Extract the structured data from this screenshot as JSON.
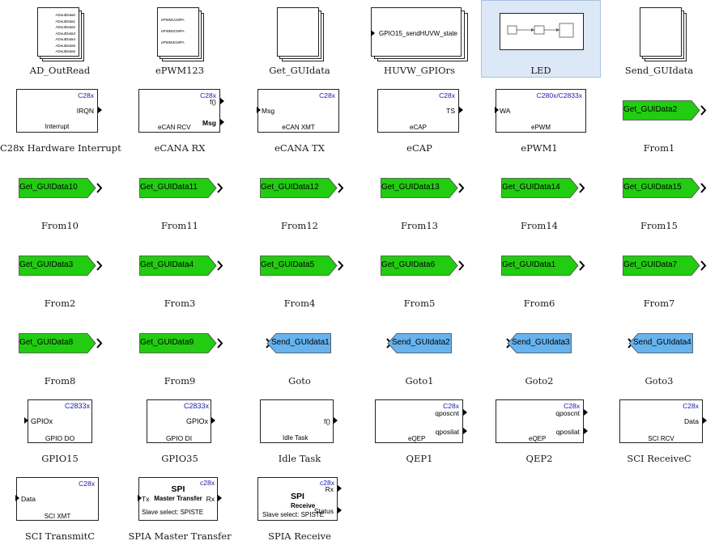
{
  "blocks": [
    {
      "name": "AD_OutRead",
      "ports": [
        "ADoutData0",
        "ADoutData1",
        "ADoutData2",
        "ADoutData3",
        "ADoutData4",
        "ADoutData5",
        "ADoutData6"
      ]
    },
    {
      "name": "ePWM123",
      "ports": [
        "ePWM1CMPA",
        "ePWM2CMPA",
        "ePWM3CMPA"
      ]
    },
    {
      "name": "Get_GUIdata"
    },
    {
      "name": "HUVW_GPIOrs",
      "in_port": "GPIO15_send",
      "out_port": "HUVW_state"
    },
    {
      "name": "LED"
    },
    {
      "name": "Send_GUIdata"
    },
    {
      "name": "C28x Hardware Interrupt",
      "tag": "C28x",
      "out_port": "IRQN",
      "bottom": "Interrupt"
    },
    {
      "name": "eCANA RX",
      "tag": "C28x",
      "out_port": "f()",
      "out_port2": "Msg",
      "bottom": "eCAN RCV"
    },
    {
      "name": "eCANA TX",
      "tag": "C28x",
      "in_port": "Msg",
      "bottom": "eCAN XMT"
    },
    {
      "name": "eCAP",
      "tag": "C28x",
      "out_port": "TS",
      "bottom": "eCAP"
    },
    {
      "name": "ePWM1",
      "tag": "C280x/C2833x",
      "in_port": "WA",
      "bottom": "ePWM"
    },
    {
      "name": "From1",
      "label": "Get_GUIData2"
    },
    {
      "name": "From10",
      "label": "Get_GUIData10"
    },
    {
      "name": "From11",
      "label": "Get_GUIData11"
    },
    {
      "name": "From12",
      "label": "Get_GUIData12"
    },
    {
      "name": "From13",
      "label": "Get_GUIData13"
    },
    {
      "name": "From14",
      "label": "Get_GUIData14"
    },
    {
      "name": "From15",
      "label": "Get_GUIData15"
    },
    {
      "name": "From2",
      "label": "Get_GUIData3"
    },
    {
      "name": "From3",
      "label": "Get_GUIData4"
    },
    {
      "name": "From4",
      "label": "Get_GUIData5"
    },
    {
      "name": "From5",
      "label": "Get_GUIData6"
    },
    {
      "name": "From6",
      "label": "Get_GUIData1"
    },
    {
      "name": "From7",
      "label": "Get_GUIData7"
    },
    {
      "name": "From8",
      "label": "Get_GUIData8"
    },
    {
      "name": "From9",
      "label": "Get_GUIData9"
    },
    {
      "name": "Goto",
      "label": "Send_GUIdata1"
    },
    {
      "name": "Goto1",
      "label": "Send_GUIdata2"
    },
    {
      "name": "Goto2",
      "label": "Send_GUIdata3"
    },
    {
      "name": "Goto3",
      "label": "Send_GUIdata4"
    },
    {
      "name": "GPIO15",
      "tag": "C2833x",
      "in_port": "GPIOx",
      "bottom": "GPIO DO"
    },
    {
      "name": "GPIO35",
      "tag": "C2833x",
      "out_port": "GPIOx",
      "bottom": "GPIO DI"
    },
    {
      "name": "Idle Task",
      "out_port": "f()",
      "bottom": "Idle Task"
    },
    {
      "name": "QEP1",
      "tag": "C28x",
      "out_port": "qposcnt",
      "out_port2": "qposilat",
      "bottom": "eQEP"
    },
    {
      "name": "QEP2",
      "tag": "C28x",
      "out_port": "qposcnt",
      "out_port2": "qposilat",
      "bottom": "eQEP"
    },
    {
      "name": "SCI ReceiveC",
      "tag": "C28x",
      "out_port": "Data",
      "bottom": "SCI RCV"
    },
    {
      "name": "SCI TransmitC",
      "tag": "C28x",
      "in_port": "Data",
      "bottom": "SCI XMT"
    },
    {
      "name": "SPIA Master Transfer",
      "tag": "c28x",
      "title": "SPI",
      "subtitle": "Master Transfer",
      "in_port": "Tx",
      "out_port": "Rx",
      "bottom": "Slave select: SPISTE"
    },
    {
      "name": "SPIA Receive",
      "tag": "c28x",
      "title": "SPI",
      "subtitle": "Receive",
      "out_port": "Rx",
      "out_port2": "Status",
      "bottom": "Slave select: SPISTE"
    }
  ],
  "colors": {
    "from_fill": "#22cc11",
    "goto_fill": "#66b3ee",
    "selection": "#dde8f6"
  }
}
